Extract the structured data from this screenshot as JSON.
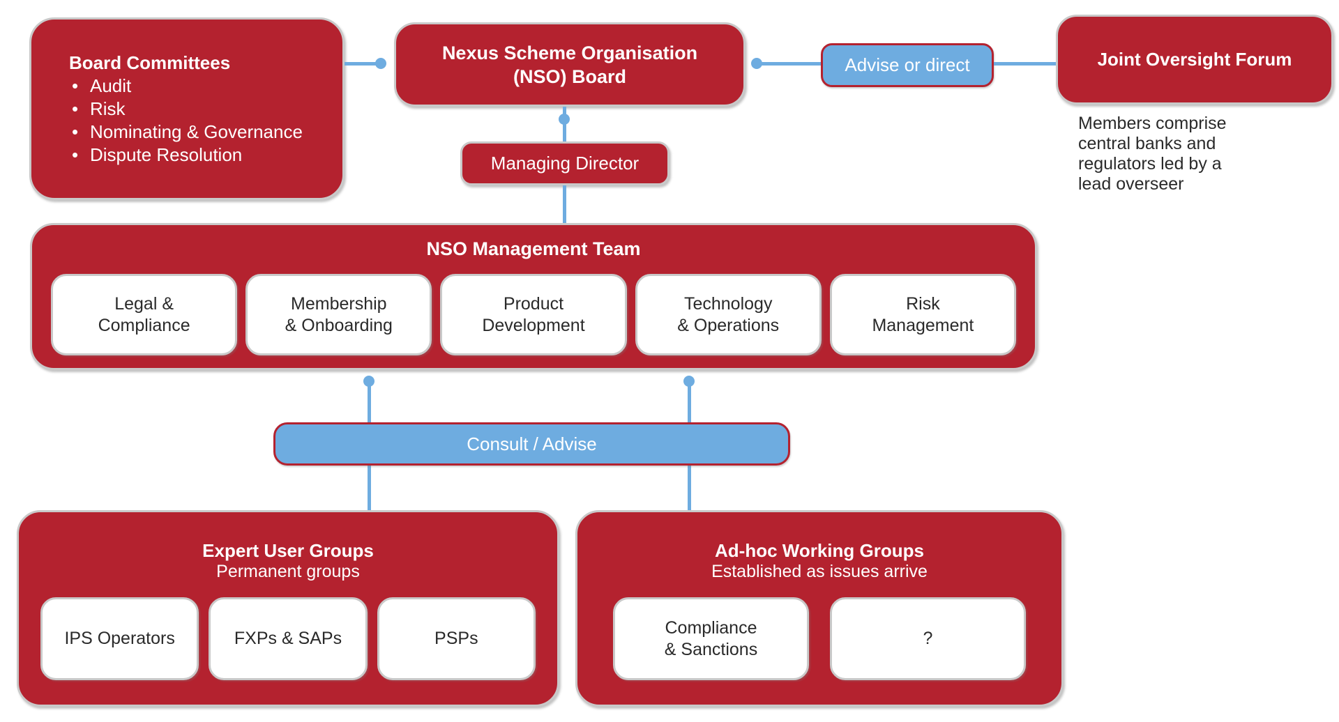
{
  "colors": {
    "red": "#B4222F",
    "blue": "#6EACE0",
    "border_gray": "#C9C9C9",
    "text_dark": "#2A2A2A"
  },
  "nodes": {
    "board_committees": {
      "title": "Board Committees",
      "items": [
        "Audit",
        "Risk",
        "Nominating & Governance",
        "Dispute Resolution"
      ]
    },
    "nso_board": {
      "label": "Nexus Scheme Organisation\n(NSO) Board"
    },
    "advise_or_direct": {
      "label": "Advise or direct"
    },
    "joint_oversight_forum": {
      "title": "Joint Oversight Forum"
    },
    "members_note": {
      "text": "Members comprise\ncentral banks and\nregulators led by a\nlead overseer"
    },
    "managing_director": {
      "label": "Managing Director"
    },
    "nso_management_team": {
      "title": "NSO Management Team",
      "departments": [
        "Legal &\nCompliance",
        "Membership\n& Onboarding",
        "Product\nDevelopment",
        "Technology\n& Operations",
        "Risk\nManagement"
      ]
    },
    "consult_advise": {
      "label": "Consult / Advise"
    },
    "expert_user_groups": {
      "title": "Expert User Groups",
      "subtitle": "Permanent groups",
      "groups": [
        "IPS Operators",
        "FXPs & SAPs",
        "PSPs"
      ]
    },
    "adhoc_working_groups": {
      "title": "Ad-hoc Working Groups",
      "subtitle": "Established as issues arrive",
      "groups": [
        "Compliance\n& Sanctions",
        "?"
      ]
    }
  }
}
